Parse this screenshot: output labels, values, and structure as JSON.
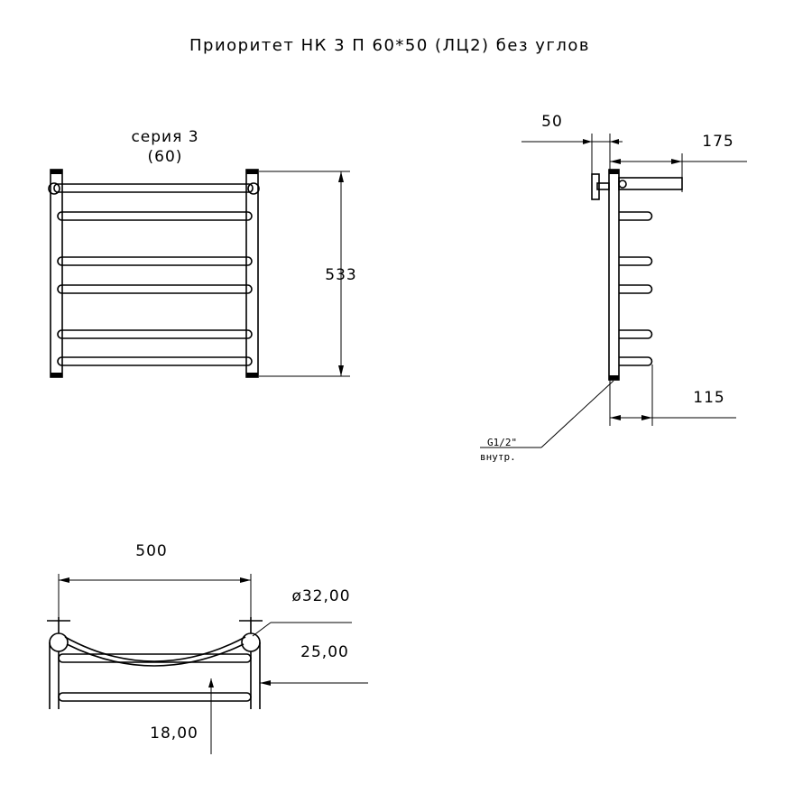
{
  "title": "Приоритет НК 3 П 60*50 (ЛЦ2) без углов",
  "front_view": {
    "series_label": "серия 3",
    "series_sub": "(60)",
    "height_dim": "533"
  },
  "side_view": {
    "dim_top": "50",
    "dim_depth": "175",
    "dim_bottom": "115",
    "thread_label": "G1/2\"",
    "thread_sub": "внутр."
  },
  "top_view": {
    "width_dim": "500",
    "diameter_dim": "ø32,00",
    "dim_25": "25,00",
    "dim_18": "18,00"
  }
}
